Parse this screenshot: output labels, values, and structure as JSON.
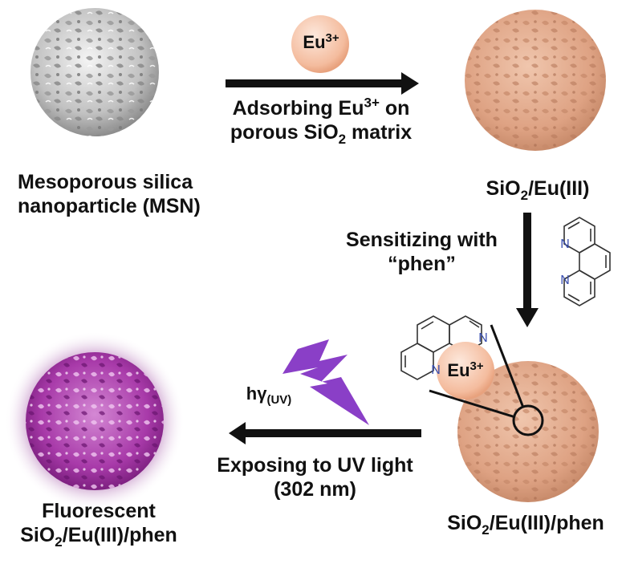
{
  "diagram": {
    "colors": {
      "silica": "#c9c9c9",
      "eu_loaded": "#e7b295",
      "eu_ion": "#f6c7ad",
      "fluorescent": "#a83aa9",
      "glow": "#d9b5d9",
      "uv_bolt": "#8a3fc7",
      "nitrogen": "#3a4fb0",
      "arrow": "#111111"
    },
    "particles": {
      "msn": {
        "label_line1": "Mesoporous silica",
        "label_line2": "nanoparticle (MSN)"
      },
      "eu": {
        "label_part1": "SiO",
        "label_sub": "2",
        "label_part2": "/Eu(III)"
      },
      "phen": {
        "label_part1": "SiO",
        "label_sub": "2",
        "label_part2": "/Eu(III)/phen"
      },
      "fluorescent": {
        "label_line1": "Fluorescent",
        "label_part1": "SiO",
        "label_sub": "2",
        "label_part2": "/Eu(III)/phen"
      }
    },
    "ion_badge": {
      "symbol": "Eu",
      "charge": "3+"
    },
    "steps": {
      "adsorb": {
        "line1_text": "Adsorbing Eu",
        "line1_sup": "3+",
        "line1_tail": " on",
        "line2_text": "porous SiO",
        "line2_sub": "2",
        "line2_tail": " matrix"
      },
      "sensitize": {
        "line1": "Sensitizing with",
        "line2": "“phen”"
      },
      "expose": {
        "line1": "Exposing to UV light",
        "line2": "(302 nm)"
      },
      "energy": {
        "symbol": "hγ",
        "sub": "(UV)"
      }
    },
    "molecule": {
      "nitrogen_symbol": "N"
    }
  }
}
